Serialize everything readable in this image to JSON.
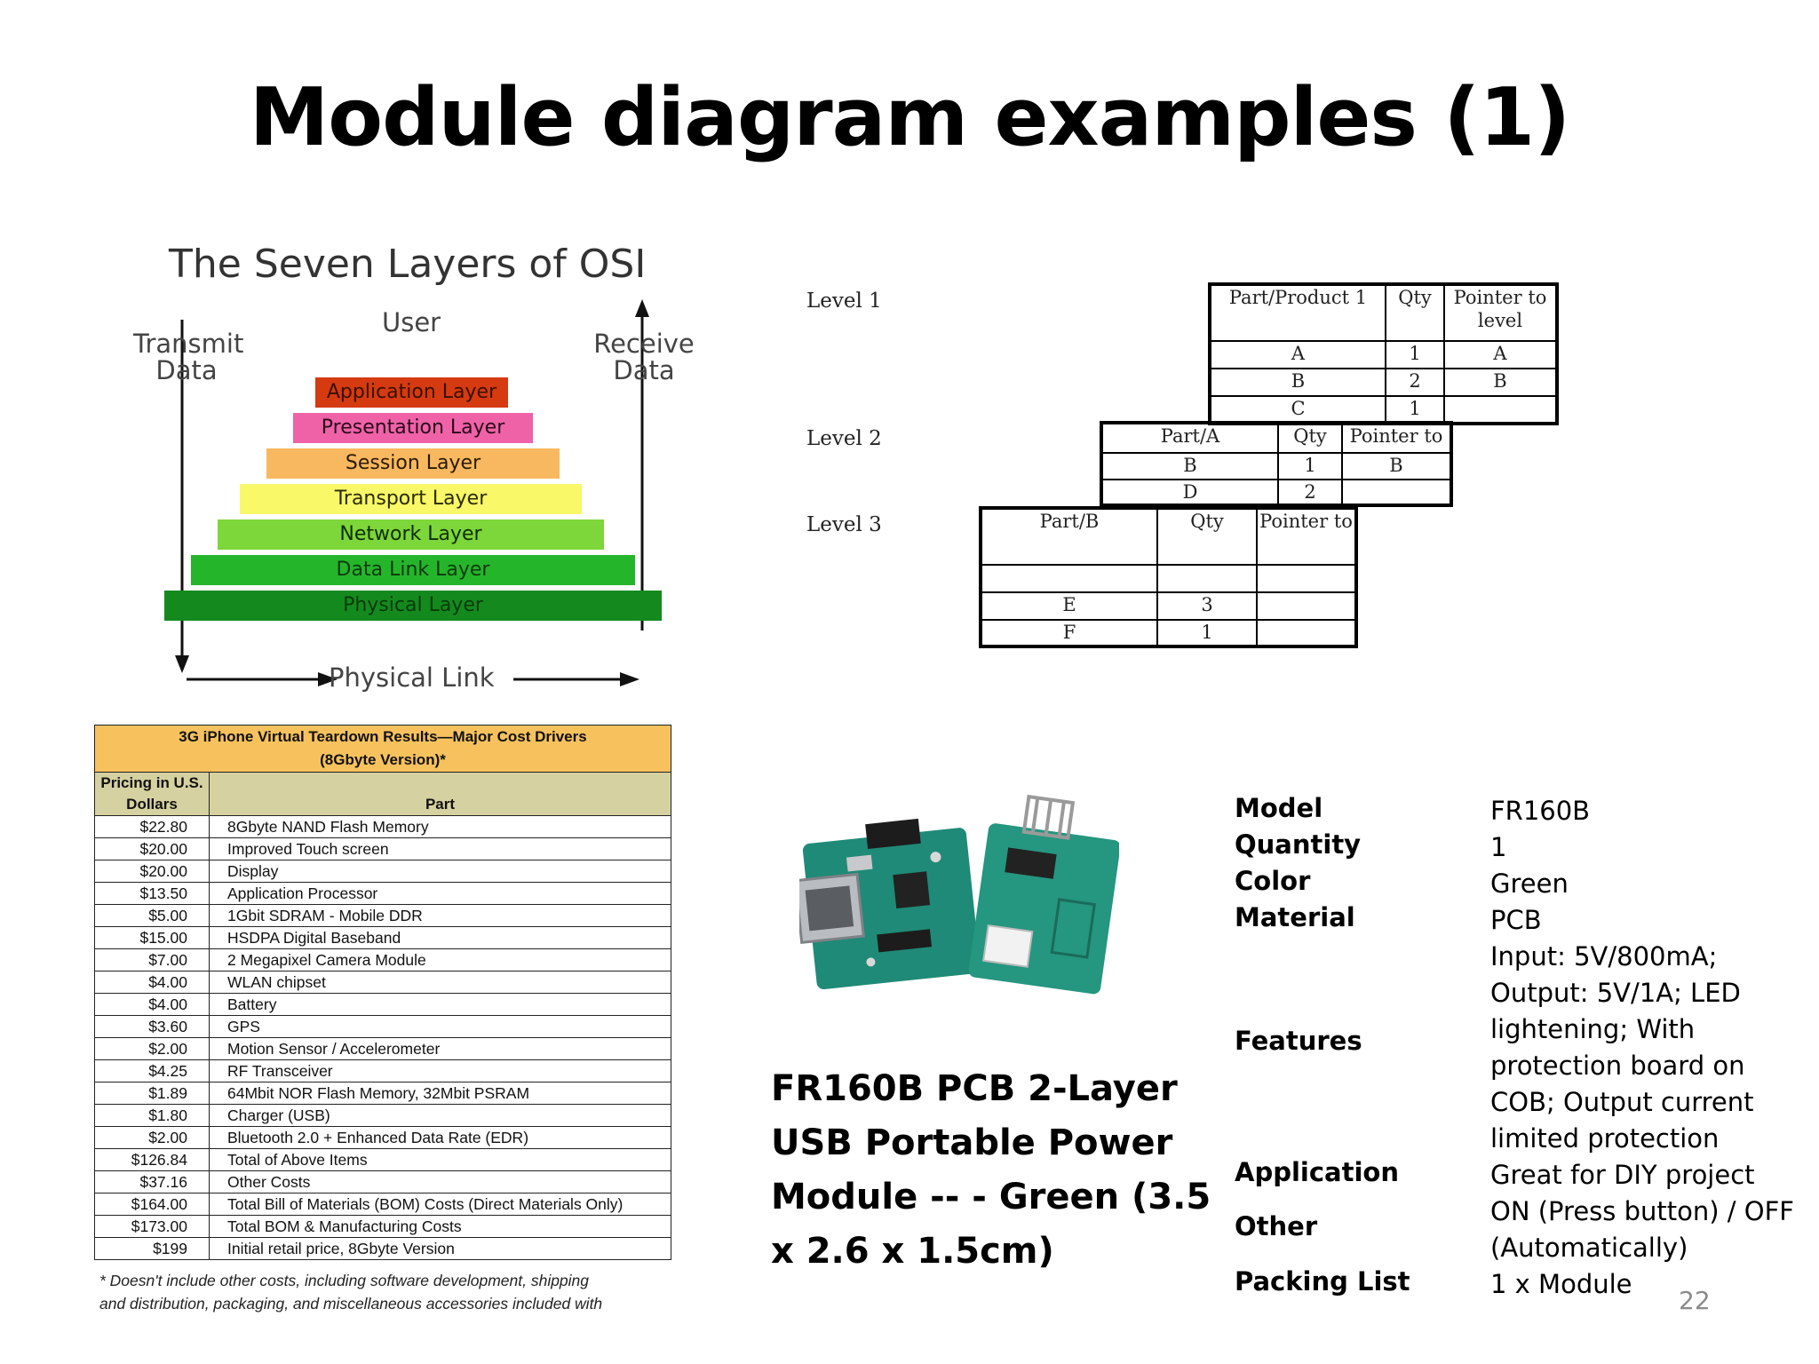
{
  "title": "Module diagram examples (1)",
  "osi": {
    "title": "The Seven Layers of OSI",
    "user": "User",
    "transmit": "Transmit\nData",
    "receive": "Receive\nData",
    "physical_link": "Physical Link",
    "layers": [
      {
        "label": "Application Layer",
        "color": "#d53a10"
      },
      {
        "label": "Presentation Layer",
        "color": "#ef62a8"
      },
      {
        "label": "Session Layer",
        "color": "#f8b85f"
      },
      {
        "label": "Transport Layer",
        "color": "#f8f868"
      },
      {
        "label": "Network Layer",
        "color": "#7dd63a"
      },
      {
        "label": "Data Link Layer",
        "color": "#25b52b"
      },
      {
        "label": "Physical Layer",
        "color": "#148a1e"
      }
    ]
  },
  "bom": {
    "level1": {
      "label": "Level 1",
      "headers": [
        "Part/Product 1",
        "Qty",
        "Pointer to level"
      ],
      "rows": [
        [
          "A",
          "1",
          "A"
        ],
        [
          "B",
          "2",
          "B"
        ],
        [
          "C",
          "1",
          ""
        ]
      ]
    },
    "level2": {
      "label": "Level 2",
      "headers": [
        "Part/A",
        "Qty",
        "Pointer to"
      ],
      "rows": [
        [
          "B",
          "1",
          "B"
        ],
        [
          "D",
          "2",
          ""
        ]
      ]
    },
    "level3": {
      "label": "Level 3",
      "headers": [
        "Part/B",
        "Qty",
        "Pointer to"
      ],
      "rows": [
        [
          "",
          "",
          ""
        ],
        [
          "E",
          "3",
          ""
        ],
        [
          "F",
          "1",
          ""
        ]
      ]
    }
  },
  "teardown": {
    "title": "3G iPhone Virtual Teardown Results—Major Cost Drivers",
    "subtitle": "(8Gbyte Version)*",
    "col_price": "Pricing in U.S. Dollars",
    "col_part": "Part",
    "rows": [
      [
        "$22.80",
        "8Gbyte NAND Flash Memory"
      ],
      [
        "$20.00",
        "Improved Touch screen"
      ],
      [
        "$20.00",
        "Display"
      ],
      [
        "$13.50",
        "Application Processor"
      ],
      [
        "$5.00",
        "1Gbit SDRAM - Mobile DDR"
      ],
      [
        "$15.00",
        "HSDPA Digital Baseband"
      ],
      [
        "$7.00",
        "2 Megapixel Camera Module"
      ],
      [
        "$4.00",
        "WLAN chipset"
      ],
      [
        "$4.00",
        "Battery"
      ],
      [
        "$3.60",
        "GPS"
      ],
      [
        "$2.00",
        "Motion Sensor / Accelerometer"
      ],
      [
        "$4.25",
        "RF Transceiver"
      ],
      [
        "$1.89",
        "64Mbit NOR Flash Memory, 32Mbit PSRAM"
      ],
      [
        "$1.80",
        "Charger (USB)"
      ],
      [
        "$2.00",
        "Bluetooth 2.0 + Enhanced Data Rate (EDR)"
      ],
      [
        "$126.84",
        "Total of Above Items"
      ],
      [
        "$37.16",
        "Other Costs"
      ],
      [
        "$164.00",
        "Total Bill of Materials (BOM) Costs (Direct Materials Only)"
      ],
      [
        "$173.00",
        "Total BOM & Manufacturing Costs"
      ],
      [
        "$199",
        "Initial retail price, 8Gbyte Version"
      ]
    ],
    "footnote_1": "* Doesn't include other costs, including software development, shipping",
    "footnote_2": "and distribution, packaging, and miscellaneous accessories included with"
  },
  "product": {
    "caption_lines": [
      "FR160B PCB 2-Layer",
      "USB Portable Power",
      "Module -- - Green (3.5",
      "x 2.6 x 1.5cm)"
    ],
    "specs": [
      {
        "label": "Model",
        "value": "FR160B"
      },
      {
        "label": "Quantity",
        "value": "1"
      },
      {
        "label": "Color",
        "value": "Green"
      },
      {
        "label": "Material",
        "value": "PCB"
      },
      {
        "label": "Features",
        "value": "Input: 5V/800mA; Output: 5V/1A; LED lightening; With protection board on COB; Output current limited protection"
      },
      {
        "label": "Application",
        "value": "Great for DIY project"
      },
      {
        "label": "Other",
        "value": "ON (Press button) / OFF (Automatically)"
      },
      {
        "label": "Packing List",
        "value": "1 x Module"
      }
    ]
  },
  "page_number": "22"
}
